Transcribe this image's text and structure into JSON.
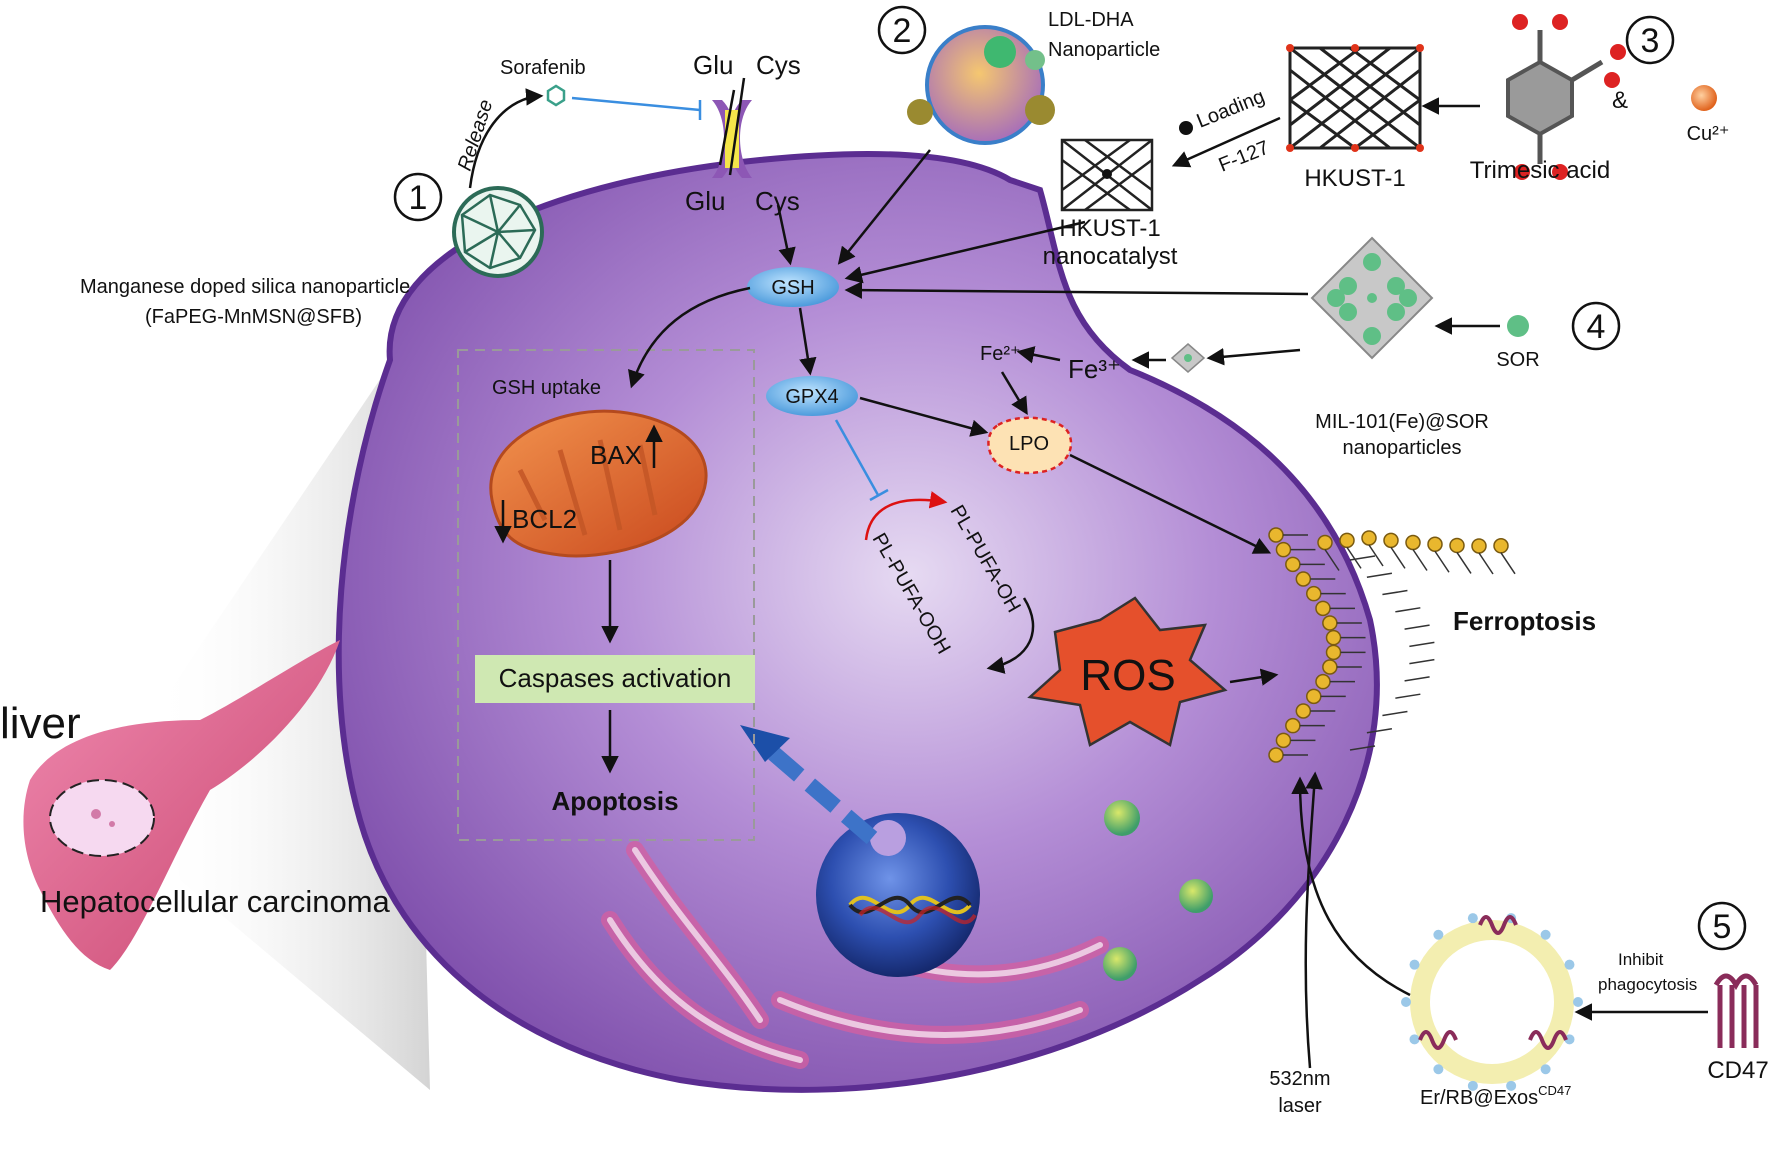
{
  "labels": {
    "sorafenib": "Sorafenib",
    "release": "Release",
    "glu_top": "Glu",
    "cys_top": "Cys",
    "glu_bottom": "Glu",
    "cys_bottom": "Cys",
    "ldl_line1": "LDL-DHA",
    "ldl_line2": "Nanoparticle",
    "hkust1": "HKUST-1",
    "trimesic": "Trimesic acid",
    "amp": "&",
    "cu": "Cu²⁺",
    "loading": "Loading",
    "f127": "F-127",
    "hk_nano_line1": "HKUST-1",
    "hk_nano_line2": "nanocatalyst",
    "mn_line1": "Manganese doped silica nanoparticle",
    "mn_line2": "(FaPEG-MnMSN@SFB)",
    "gsh": "GSH",
    "gpx4": "GPX4",
    "lpo": "LPO",
    "fe2": "Fe²⁺",
    "fe3": "Fe³⁺",
    "sor": "SOR",
    "mil_line1": "MIL-101(Fe)@SOR",
    "mil_line2": "nanoparticles",
    "gsh_uptake": "GSH uptake",
    "bax": "BAX",
    "bcl2": "BCL2",
    "caspases": "Caspases activation",
    "apoptosis": "Apoptosis",
    "pl_oh": "PL-PUFA-OH",
    "pl_ooh": "PL-PUFA-OOH",
    "ros": "ROS",
    "ferroptosis": "Ferroptosis",
    "liver": "liver",
    "hcc": "Hepatocellular carcinoma",
    "laser_line1": "532nm",
    "laser_line2": "laser",
    "inhibit_line1": "Inhibit",
    "inhibit_line2": "phagocytosis",
    "exos": "Er/RB@Exos",
    "exos_sup": "CD47",
    "cd47": "CD47"
  },
  "steps": [
    "1",
    "2",
    "3",
    "4",
    "5"
  ],
  "colors": {
    "cell": "#9a6fc2",
    "cell_edge": "#5b2d91",
    "gsh_bubble": "#6fb2e6",
    "mito": "#e06a2e",
    "caspase_box": "#cfe8b2",
    "ros": "#e5502c",
    "nucleus": "#2d4fb0",
    "liver": "#e0638a",
    "inhibit_line": "#3a8ee0",
    "lipid_head": "#e9b72e"
  }
}
